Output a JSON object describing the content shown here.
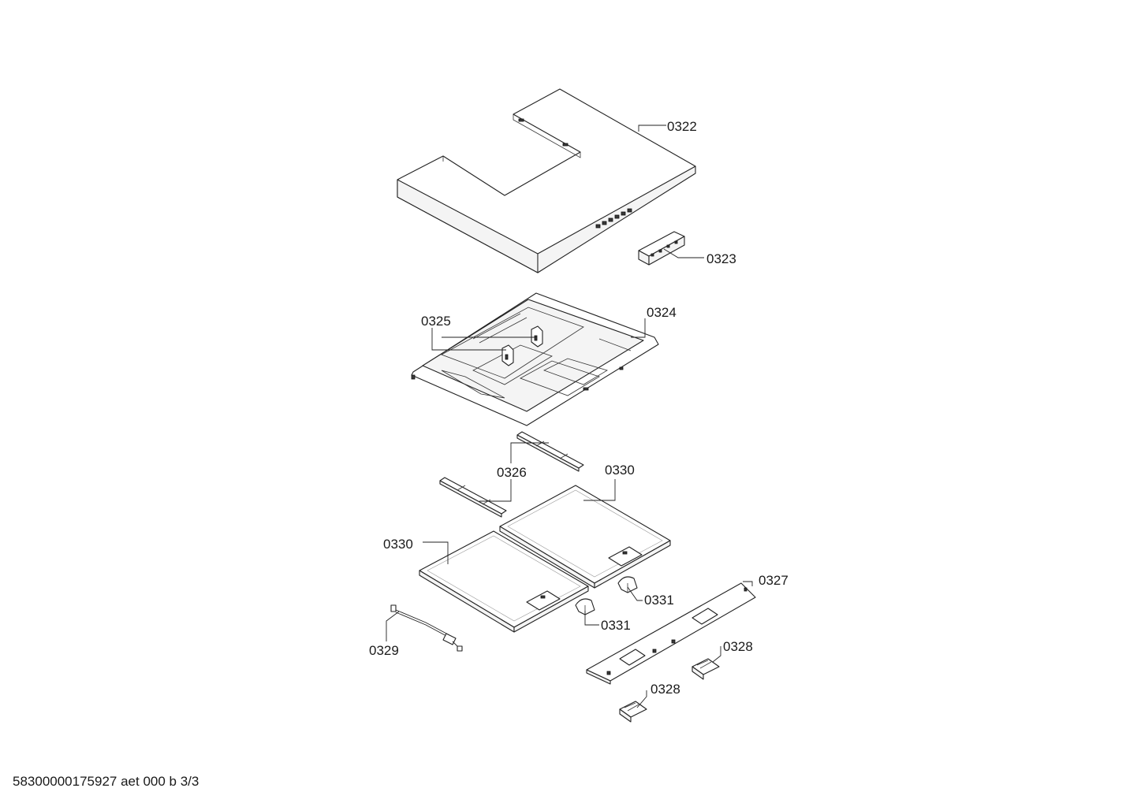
{
  "labels": {
    "p0322": "0322",
    "p0323": "0323",
    "p0324": "0324",
    "p0325": "0325",
    "p0326": "0326",
    "p0330_a": "0330",
    "p0330_b": "0330",
    "p0331_a": "0331",
    "p0331_b": "0331",
    "p0327": "0327",
    "p0328_a": "0328",
    "p0328_b": "0328",
    "p0329": "0329"
  },
  "footer": "58300000175927 aet 000 b 3/3"
}
